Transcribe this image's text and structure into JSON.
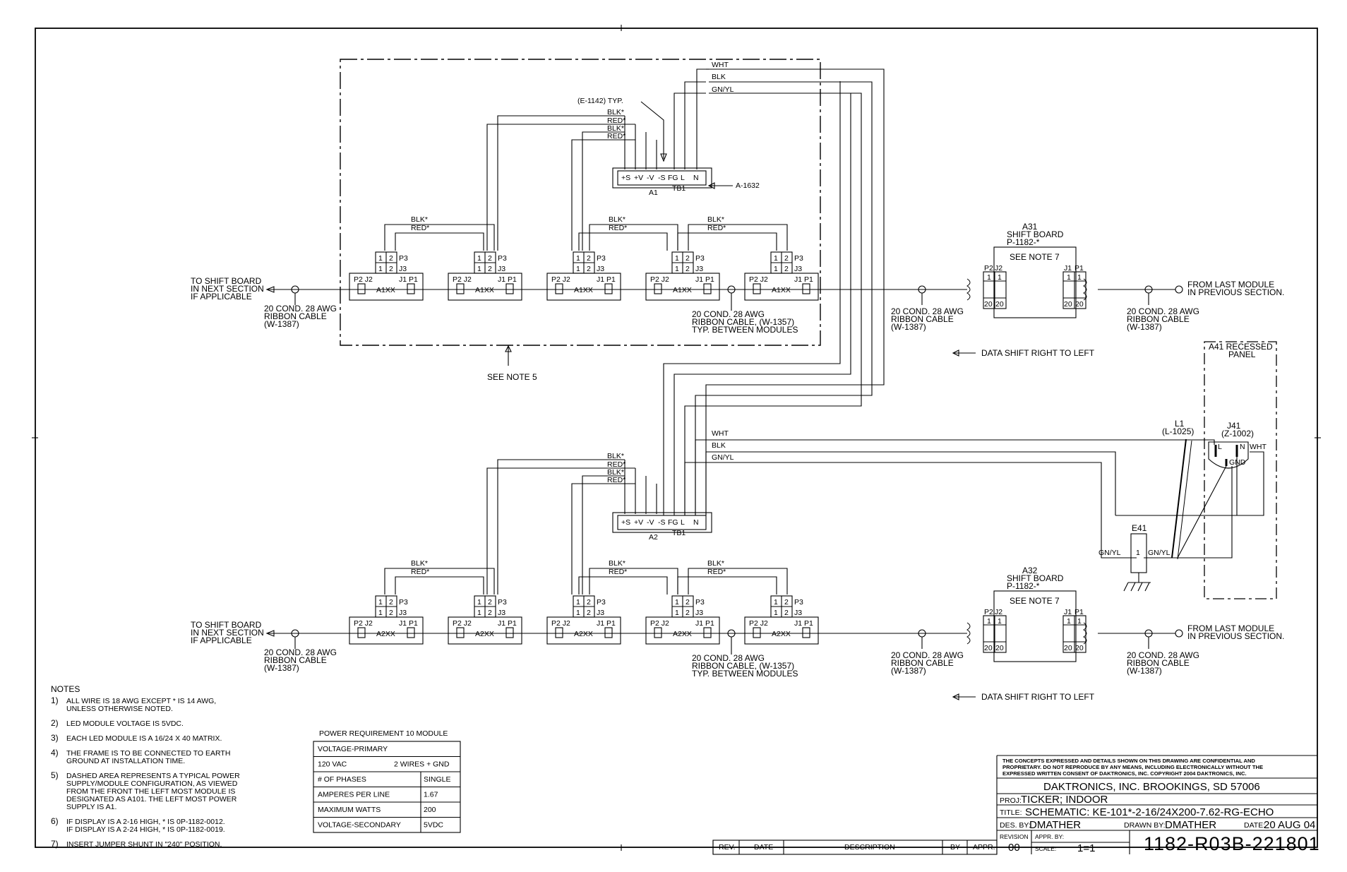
{
  "wire_top": [
    "WHT",
    "BLK",
    "GN/YL"
  ],
  "wire_colors_a1": [
    "BLK*",
    "RED*",
    "BLK*",
    "RED*"
  ],
  "e1142": "(E-1142) TYP.",
  "tb_terminals": [
    "+S",
    "+V",
    "-V",
    "-S",
    "FG",
    "L",
    "N"
  ],
  "tb_label": "TB1",
  "a1_label": "A1",
  "a2_label": "A2",
  "a1632": "A-1632",
  "pair_labels": [
    "BLK*",
    "RED*"
  ],
  "module": {
    "p3": "P3",
    "j3": "J3",
    "pin1": "1",
    "pin2": "2",
    "p2j2": "P2 J2",
    "j1p1": "J1 P1",
    "name_row1": "A1XX",
    "name_row2": "A2XX"
  },
  "to_shift_board": [
    "TO SHIFT BOARD",
    "IN NEXT SECTION",
    "IF APPLICABLE"
  ],
  "ribbon_1387": [
    "20 COND. 28 AWG",
    "RIBBON CABLE",
    "(W-1387)"
  ],
  "ribbon_1357": [
    "20 COND. 28 AWG",
    "RIBBON CABLE, (W-1357)",
    "TYP. BETWEEN MODULES"
  ],
  "see_note5": "SEE NOTE 5",
  "shift_board_1": [
    "A31",
    "SHIFT BOARD",
    "P-1182-*"
  ],
  "shift_board_2": [
    "A32",
    "SHIFT BOARD",
    "P-1182-*"
  ],
  "see_note7": "SEE NOTE 7",
  "sb_pins": {
    "p2": "P2",
    "j2": "J2",
    "j1": "J1",
    "p1": "P1",
    "one": "1",
    "twenty": "20"
  },
  "from_last_module": [
    "FROM LAST MODULE",
    "IN PREVIOUS SECTION."
  ],
  "data_shift": "DATA SHIFT RIGHT TO LEFT",
  "a41": [
    "A41 RECESSED",
    "PANEL"
  ],
  "l1": [
    "L1",
    "(L-1025)"
  ],
  "j41": [
    "J41",
    "(Z-1002)"
  ],
  "j41_pins": [
    "L",
    "N",
    "GND"
  ],
  "e41": "E41",
  "e41_pin": "1",
  "gnyl": "GN/YL",
  "wht": "WHT",
  "notes_title": "NOTES",
  "notes": [
    {
      "num": "1)",
      "lines": [
        "ALL WIRE IS 18 AWG EXCEPT * IS 14 AWG,",
        "UNLESS OTHERWISE NOTED."
      ]
    },
    {
      "num": "2)",
      "lines": [
        "LED MODULE VOLTAGE IS 5VDC."
      ]
    },
    {
      "num": "3)",
      "lines": [
        "EACH LED MODULE IS A 16/24 X 40 MATRIX."
      ]
    },
    {
      "num": "4)",
      "lines": [
        "THE FRAME IS TO BE CONNECTED TO EARTH",
        "GROUND AT INSTALLATION TIME."
      ]
    },
    {
      "num": "5)",
      "lines": [
        "DASHED AREA REPRESENTS A TYPICAL POWER",
        "SUPPLY/MODULE CONFIGURATION, AS VIEWED",
        "FROM THE FRONT THE LEFT MOST MODULE IS",
        "DESIGNATED AS A101. THE LEFT MOST POWER",
        "SUPPLY IS A1."
      ]
    },
    {
      "num": "6)",
      "lines": [
        "IF DISPLAY IS A 2-16 HIGH, * IS 0P-1182-0012.",
        "IF DISPLAY IS A 2-24 HIGH, * IS 0P-1182-0019."
      ]
    },
    {
      "num": "7)",
      "lines": [
        "INSERT JUMPER SHUNT IN \"240\" POSITION."
      ]
    }
  ],
  "power_table": {
    "title": "POWER REQUIREMENT   10 MODULE",
    "rows": [
      [
        "VOLTAGE-PRIMARY",
        ""
      ],
      [
        "120 VAC",
        "2 WIRES + GND"
      ],
      [
        "# OF PHASES",
        "SINGLE"
      ],
      [
        "AMPERES PER LINE",
        "1.67"
      ],
      [
        "MAXIMUM WATTS",
        "200"
      ],
      [
        "VOLTAGE-SECONDARY",
        "5VDC"
      ]
    ]
  },
  "revision_table": {
    "headers": [
      "REV.",
      "DATE",
      "DESCRIPTION",
      "BY",
      "APPR."
    ]
  },
  "title_block": {
    "confidential": [
      "THE CONCEPTS  EXPRESSED  AND  DETAILS SHOWN ON THIS DRAWING ARE CONFIDENTIAL AND",
      "PROPRIETARY.  DO NOT REPRODUCE BY ANY MEANS, INCLUDING ELECTRONICALLY WITHOUT THE",
      "EXPRESSED WRITTEN CONSENT OF DAKTRONICS, INC.           COPYRIGHT 2004 DAKTRONICS, INC."
    ],
    "company": "DAKTRONICS, INC.   BROOKINGS, SD 57006",
    "proj_label": "PROJ:",
    "proj": "TICKER; INDOOR",
    "title_label": "TITLE:",
    "title": "SCHEMATIC: KE-101*-2-16/24X200-7.62-RG-ECHO",
    "des_label": "DES. BY:",
    "des": "DMATHER",
    "drawn_label": "DRAWN BY:",
    "drawn": "DMATHER",
    "date_label": "DATE:",
    "date": "20 AUG 04",
    "revision_label": "REVISION",
    "revision": "00",
    "appr_label": "APPR. BY:",
    "scale_label": "SCALE:",
    "scale": "1=1",
    "drawing_number": "1182-R03B-221801"
  }
}
